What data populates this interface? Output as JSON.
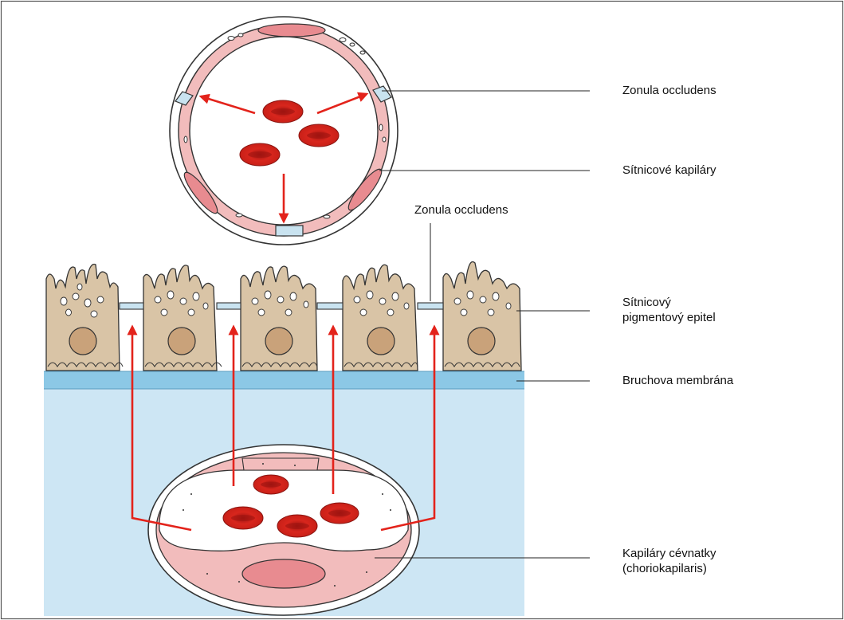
{
  "labels": {
    "zonula_occludens_top": "Zonula occludens",
    "retinal_capillaries": "Sítnicové kapiláry",
    "zonula_occludens_mid": "Zonula occludens",
    "rpe_line1": "Sítnicový",
    "rpe_line2": "pigmentový epitel",
    "bruch_membrane": "Bruchova membrána",
    "choroid_line1": "Kapiláry cévnatky",
    "choroid_line2": "(choriokapilaris)"
  },
  "colors": {
    "arrow": "#e3231b",
    "rbc": "#d8261d",
    "wall_pink": "#f2bcbc",
    "nucleus_pink": "#e88b90",
    "junction_blue": "#c9e3f0",
    "background_blue": "#cde6f4",
    "bruch_blue": "#8cc8e6",
    "rpe_tan": "#d9c4a6",
    "rpe_nucleus": "#c9a27a"
  }
}
